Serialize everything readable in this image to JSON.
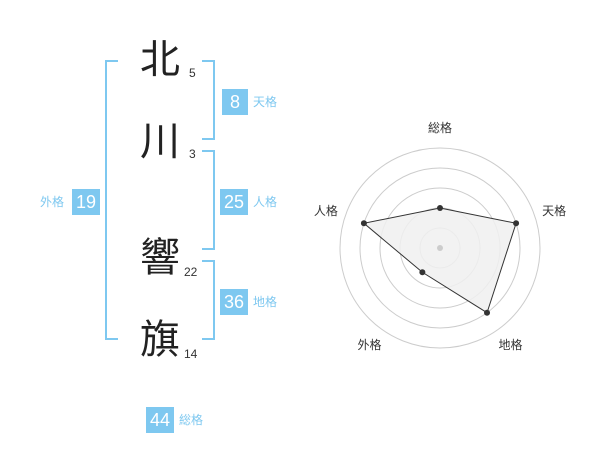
{
  "name": {
    "chars": [
      {
        "char": "北",
        "strokes": "5"
      },
      {
        "char": "川",
        "strokes": "3"
      },
      {
        "char": "響",
        "strokes": "22"
      },
      {
        "char": "旗",
        "strokes": "14"
      }
    ]
  },
  "fortune": {
    "tenkaku": {
      "value": "8",
      "label": "天格"
    },
    "jinkaku": {
      "value": "25",
      "label": "人格"
    },
    "chikaku": {
      "value": "36",
      "label": "地格"
    },
    "gaikaku": {
      "value": "19",
      "label": "外格"
    },
    "soukaku": {
      "value": "44",
      "label": "総格"
    }
  },
  "colors": {
    "accent": "#7ec8f0",
    "fill": "#f0f0f0",
    "stroke": "#333333",
    "ring": "#cccccc"
  },
  "chart_data": {
    "type": "radar",
    "axes": [
      "総格",
      "天格",
      "地格",
      "外格",
      "人格"
    ],
    "values": [
      2,
      4,
      4,
      1.5,
      4
    ],
    "rlim": [
      0,
      5
    ]
  }
}
